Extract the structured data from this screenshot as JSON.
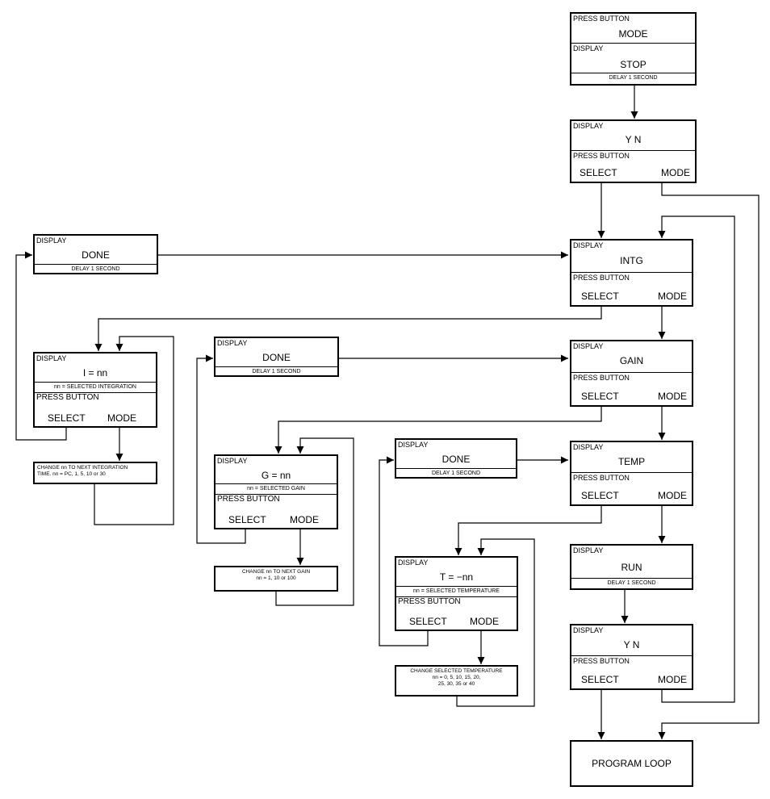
{
  "labels": {
    "display": "DISPLAY",
    "press_button": "PRESS BUTTON",
    "select": "SELECT",
    "mode": "MODE"
  },
  "start": {
    "press_button": "PRESS BUTTON",
    "button": "MODE",
    "display": "DISPLAY",
    "value": "STOP",
    "delay": "DELAY 1 SECOND"
  },
  "confirm_top": {
    "value": "Y   N"
  },
  "intg": {
    "value": "INTG"
  },
  "gain": {
    "value": "GAIN"
  },
  "temp": {
    "value": "TEMP"
  },
  "run": {
    "value": "RUN",
    "delay": "DELAY 1 SECOND"
  },
  "confirm_bottom": {
    "value": "Y   N"
  },
  "program_loop": "PROGRAM LOOP",
  "done_1": {
    "value": "DONE",
    "delay": "DELAY 1 SECOND"
  },
  "done_2": {
    "value": "DONE",
    "delay": "DELAY 1 SECOND"
  },
  "done_3": {
    "value": "DONE",
    "delay": "DELAY 1 SECOND"
  },
  "integration": {
    "value": "I  =  nn",
    "sub": "nn = SELECTED INTEGRATION",
    "note": [
      "CHANGE nn TO NEXT INTEGRATION",
      "TIME. nn = PC, 1, 5, 10 or 30"
    ]
  },
  "gain_sel": {
    "value": "G  =  nn",
    "sub": "nn = SELECTED GAIN",
    "note": [
      "CHANGE nn TO NEXT GAIN",
      "nn = 1, 10 or 100"
    ]
  },
  "temp_sel": {
    "value": "T  =  −nn",
    "sub": "nn = SELECTED TEMPERATURE",
    "note": [
      "CHANGE SELECTED TEMPERATURE",
      "nn = 0, 5, 10, 15, 20,",
      "25, 30, 35 or 40"
    ]
  }
}
